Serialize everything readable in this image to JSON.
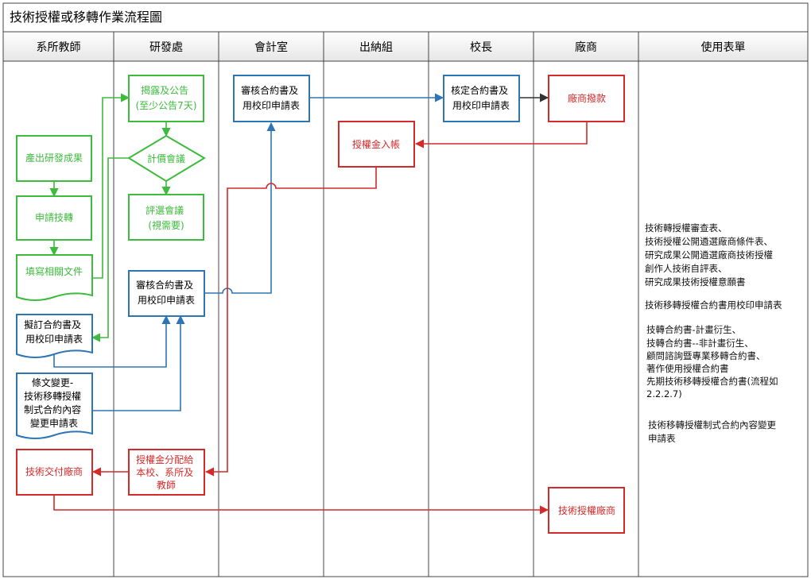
{
  "title": "技術授權或移轉作業流程圖",
  "lanes": [
    "系所教師",
    "研發處",
    "會計室",
    "出納組",
    "校長",
    "廠商",
    "使用表單"
  ],
  "colors": {
    "green": "#3dbb3d",
    "blue": "#2e75b6",
    "red": "#d42a2a",
    "dark": "#333333"
  },
  "nodes": {
    "produce_results": [
      "產出研發成果"
    ],
    "apply_tech": [
      "申請技轉"
    ],
    "fill_docs": [
      "填寫相關文件"
    ],
    "draft_contract": [
      "擬訂合約書及",
      "用校印申請表"
    ],
    "clause_change": [
      "條文變更-",
      "技術移轉授權",
      "制式合約內容",
      "變更申請表"
    ],
    "deliver_tech": [
      "技術交付廠商"
    ],
    "disclose": [
      "揭露及公告",
      "(至少公告7天)"
    ],
    "evaluate": [
      "計價會議"
    ],
    "selection": [
      "評選會議",
      "(視需要)"
    ],
    "review_rd": [
      "審核合約書及",
      "用校印申請表"
    ],
    "distribute": [
      "授權金分配給",
      "本校、系所及",
      "教師"
    ],
    "review_acc": [
      "審核合約書及",
      "用校印申請表"
    ],
    "receive_fee": [
      "授權金入帳"
    ],
    "approve": [
      "核定合約書及",
      "用校印申請表"
    ],
    "vendor_pay": [
      "廠商撥款"
    ],
    "license_vendor": [
      "技術授權廠商"
    ]
  },
  "forms": {
    "group1": [
      "技術轉授權審查表、",
      "技術授權公開遴選廠商條件表、",
      "研究成果公開遴選廠商技術授權",
      "創作人技術自評表、",
      "研究成果技術授權意願書"
    ],
    "group2": [
      "技術移轉授權合約書用校印申請表"
    ],
    "group3": [
      "技轉合約書-計畫衍生、",
      "技轉合約書--非計畫衍生、",
      "顧問諮詢暨專業移轉合約書、",
      "著作使用授權合約書",
      "先期技術移轉授權合約書(流程如",
      "2.2.2.7)"
    ],
    "group4": [
      "技術移轉授權制式合約內容變更",
      "申請表"
    ]
  }
}
